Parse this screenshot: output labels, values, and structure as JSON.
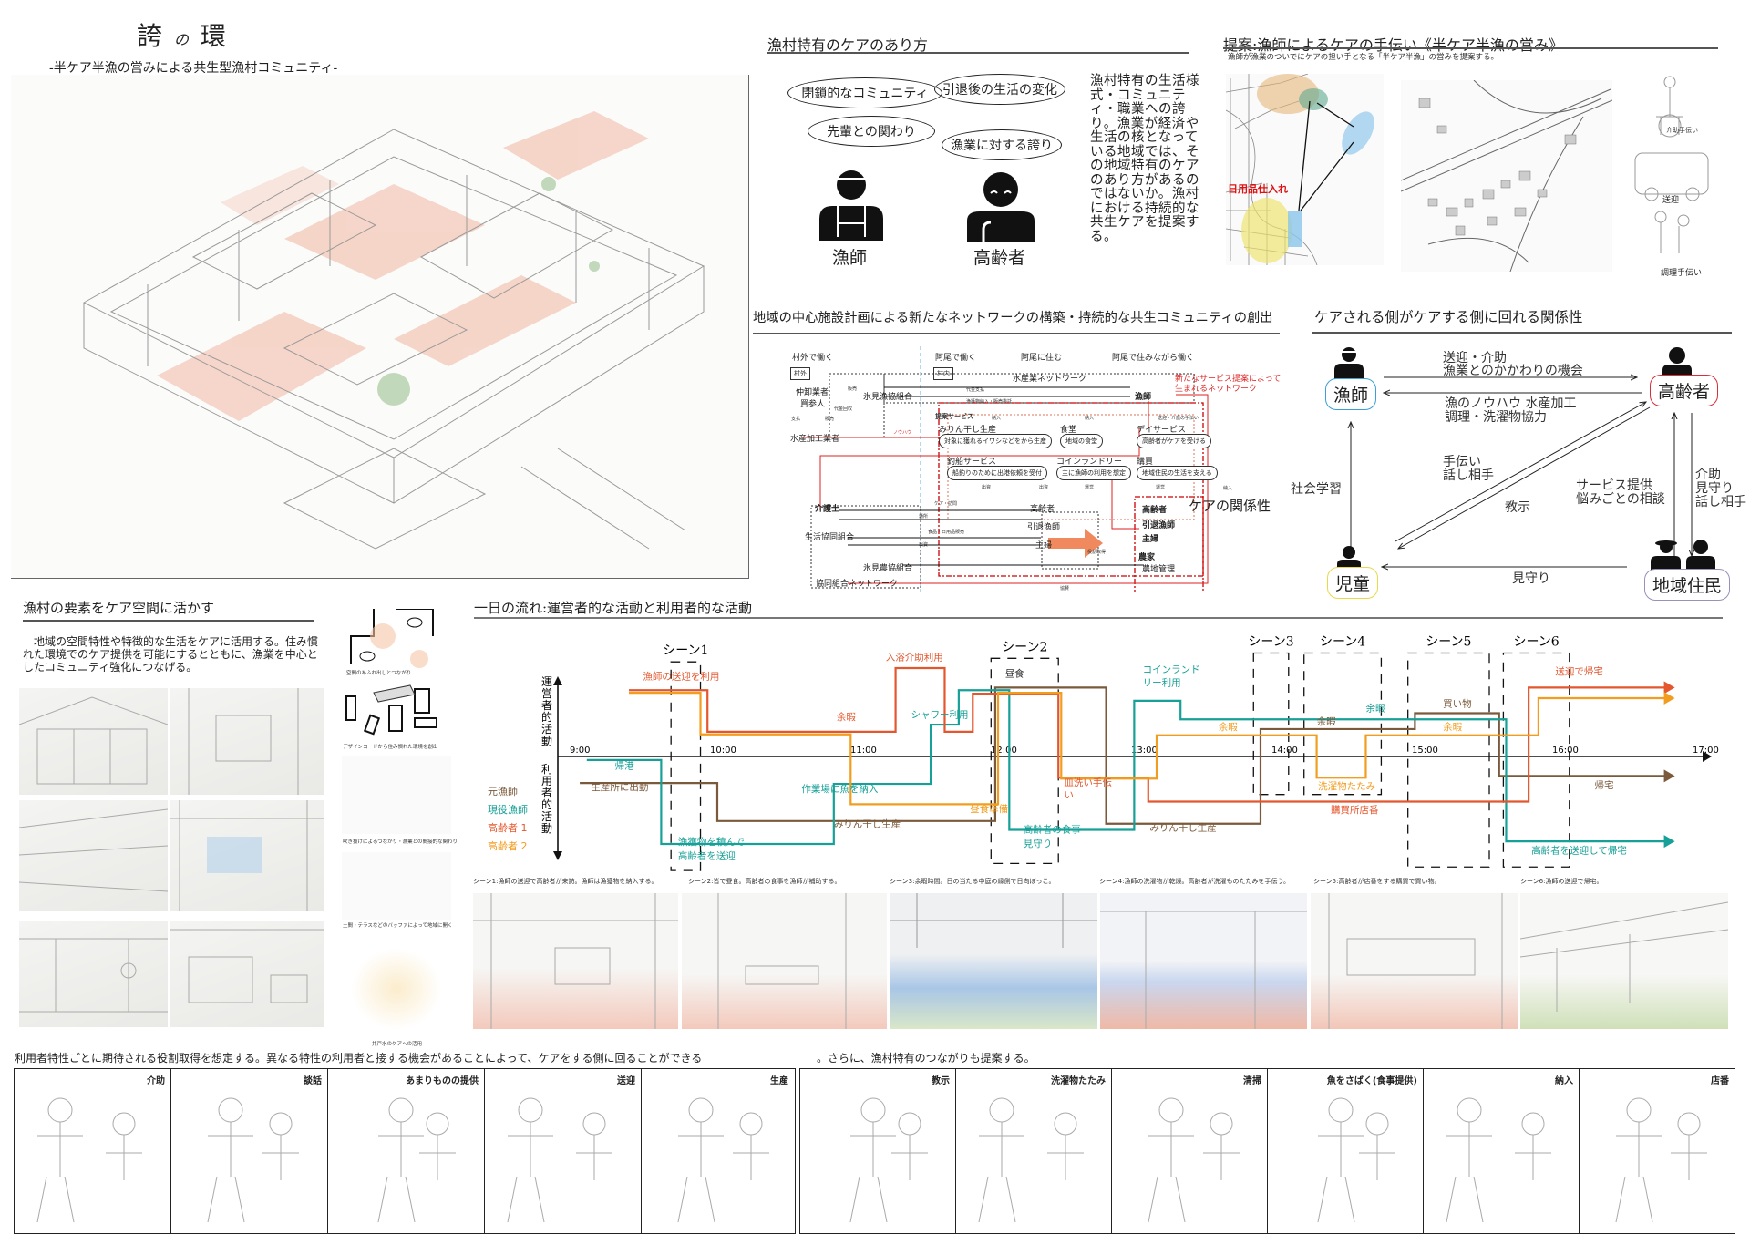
{
  "title": {
    "main_1": "誇",
    "main_no": "の",
    "main_2": "環",
    "subtitle": "-半ケア半漁の営みによる共生型漁村コミュニティ-"
  },
  "care_style": {
    "heading": "漁村特有のケアのあり方",
    "bubbles": [
      "閉鎖的なコミュニティ",
      "引退後の生活の変化",
      "先輩との関わり",
      "漁業に対する誇り"
    ],
    "figures": [
      "漁師",
      "高齢者"
    ],
    "text": "漁村特有の生活様式・コミュニティ・職業への誇り。漁業が経済や生活の核となっている地域では、その地域特有のケアのあり方があるのではないか。漁村における持続的な共生ケアを提案する。"
  },
  "proposal": {
    "heading": "提案:漁師によるケアの手伝い《半ケア半漁の営み》",
    "subtext": "漁師が漁業のついでにケアの担い手となる「半ケア半漁」の営みを提案する。",
    "map_label": "日用品仕入れ",
    "figure_labels": [
      "介助手伝い",
      "送迎",
      "調理手伝い"
    ]
  },
  "network": {
    "heading": "地域の中心施設計画による新たなネットワークの構築・持続的な共生コミュニティの創出",
    "columns": [
      "村外で働く",
      "阿尾で働く",
      "阿尾に住む",
      "阿尾で住みながら働く"
    ],
    "tags": [
      "村外",
      "村内"
    ],
    "fishery_network": "水産業ネットワーク",
    "new_network": [
      "新たなサービス提案によって",
      "生まれるネットワーク"
    ],
    "coop_network": "協同組合ネットワーク",
    "nodes": {
      "wholesaler": "仲卸業者",
      "buyer": "買参人",
      "himi_fishery": "氷見漁協組合",
      "fisherman": "漁師",
      "processor": "水産加工業者",
      "services_title": "提案サービス",
      "caregiver": "介護士",
      "coop": "生活協同組合",
      "himi_agri": "氷見農協組合",
      "elder": "高齢者",
      "retired": "引退漁師",
      "housewife": "主婦",
      "elder_b": "高齢者",
      "retired_b": "引退漁師",
      "housewife_b": "主婦",
      "farmer": "農家",
      "farm": "農地管理",
      "care_relation": "ケアの関係性"
    },
    "services": [
      {
        "name": "みりん干し生産",
        "desc": "対象に獲れるイワシなどをから生産"
      },
      {
        "name": "食堂",
        "desc": "地域の食堂"
      },
      {
        "name": "デイサービス",
        "desc": "高齢者がケアを受ける"
      },
      {
        "name": "釣船サービス",
        "desc": "船釣りのために出港依頼を受付"
      },
      {
        "name": "コインランドリー",
        "desc": "主に漁師の利用を想定"
      },
      {
        "name": "購買",
        "desc": "地域住民の生活を支える"
      }
    ],
    "edge_labels": [
      "代金支払",
      "漁獲物納入・販売委託",
      "販売",
      "代金回収",
      "支払",
      "販売",
      "ノウハウ",
      "納入",
      "納入",
      "送迎・介護の手伝い",
      "通所",
      "ケア・訪問",
      "食品・日用品販売",
      "出資",
      "出資",
      "出資",
      "運営",
      "運営",
      "役割取得",
      "納入",
      "協賛"
    ]
  },
  "relation": {
    "heading": "ケアされる側がケアする側に回れる関係性",
    "actors": [
      "漁師",
      "高齢者",
      "児童",
      "地域住民"
    ],
    "edges": {
      "f_to_e": [
        "送迎・介助",
        "漁業とのかかわりの機会"
      ],
      "e_to_f": [
        "漁のノウハウ 水産加工",
        "調理・洗濯物協力"
      ],
      "c_to_e": [
        "手伝い",
        "話し相手"
      ],
      "e_to_c": "教示",
      "r_to_e": [
        "サービス提供",
        "悩みごとの相談"
      ],
      "e_to_r": [
        "介助",
        "見守り",
        "話し相手"
      ],
      "c_to_f": "社会学習",
      "r_to_c": "見守り"
    },
    "colors": {
      "fisherman": "#3aa0d8",
      "elder": "#d6303a",
      "child": "#e8d84a",
      "resident": "#9a90b8"
    }
  },
  "elements": {
    "heading": "漁村の要素をケア空間に活かす",
    "text": "地域の空間特性や特徴的な生活をケアに活用する。住み慣れた環境でのケア提供を可能にするとともに、漁業を中心としたコミュニティ強化につなげる。",
    "diagram_captions": [
      "空間のあふれ出しとつながり",
      "デザインコードから住み慣れた環境を創出",
      "吹き抜けによるつながり・漁業との間接的な関わり",
      "土間・テラスなどのバッファによって地域に開く",
      "井戸水のケアへの活用"
    ]
  },
  "timeline": {
    "heading": "一日の流れ:運営者的な活動と利用者的な活動",
    "scene_captions": [
      "シーン1:漁師の送迎で高齢者が来訪。漁師は漁獲物を納入する。",
      "シーン2:皆で昼食。高齢者の食事を漁師が補助する。",
      "シーン3:余暇時間。日の当たる中庭の縁側で日向ぼっこ。",
      "シーン4:漁師の洗濯物が乾燥。高齢者が洗濯ものたたみを手伝う。",
      "シーン5:高齢者が店番をする購買で買い物。",
      "シーン6:漁師の送迎で帰宅。"
    ]
  },
  "chart_data": {
    "type": "line",
    "title": "一日の流れ:運営者的な活動と利用者的な活動",
    "ylabel_top": "運営者的活動",
    "ylabel_bottom": "利用者的活動",
    "x_ticks": [
      "9:00",
      "10:00",
      "11:00",
      "12:00",
      "13:00",
      "14:00",
      "15:00",
      "16:00",
      "17:00"
    ],
    "xlim": [
      9,
      17
    ],
    "series": [
      {
        "name": "元漁師",
        "color": "#7b5a3c",
        "arrow": true,
        "points": [
          [
            9.02,
            -30
          ],
          [
            10.0,
            -30
          ],
          [
            10.0,
            -73
          ],
          [
            11.98,
            -73
          ],
          [
            11.98,
            78
          ],
          [
            12.77,
            78
          ],
          [
            12.77,
            -76
          ],
          [
            13.87,
            -76
          ],
          [
            13.87,
            31
          ],
          [
            14.97,
            31
          ],
          [
            14.97,
            49
          ],
          [
            15.57,
            49
          ],
          [
            15.57,
            -22
          ],
          [
            16.77,
            -22
          ]
        ]
      },
      {
        "name": "現役漁師",
        "color": "#17a097",
        "arrow": true,
        "points": [
          [
            9.07,
            -4
          ],
          [
            9.6,
            -4
          ],
          [
            9.6,
            -99
          ],
          [
            10.83,
            -99
          ],
          [
            10.83,
            -31
          ],
          [
            11.52,
            -31
          ],
          [
            11.52,
            36
          ],
          [
            11.72,
            36
          ],
          [
            11.72,
            75
          ],
          [
            12.08,
            75
          ],
          [
            12.08,
            -83
          ],
          [
            12.97,
            -83
          ],
          [
            12.97,
            63
          ],
          [
            13.3,
            63
          ],
          [
            13.3,
            42
          ],
          [
            15.62,
            42
          ],
          [
            15.62,
            -96
          ],
          [
            16.77,
            -96
          ]
        ]
      },
      {
        "name": "高齢者 1",
        "color": "#e4572e",
        "arrow": true,
        "points": [
          [
            9.37,
            75
          ],
          [
            9.93,
            75
          ],
          [
            9.93,
            28
          ],
          [
            11.27,
            28
          ],
          [
            11.27,
            100
          ],
          [
            11.62,
            100
          ],
          [
            11.62,
            28
          ],
          [
            11.82,
            28
          ],
          [
            11.82,
            71
          ],
          [
            12.43,
            71
          ],
          [
            12.43,
            -24
          ],
          [
            13.07,
            -24
          ],
          [
            13.07,
            -51
          ],
          [
            15.78,
            -51
          ],
          [
            15.78,
            78
          ],
          [
            16.77,
            78
          ]
        ]
      },
      {
        "name": "高齢者 2",
        "color": "#f29d1f",
        "arrow": true,
        "points": [
          [
            9.37,
            72
          ],
          [
            9.88,
            72
          ],
          [
            9.88,
            25
          ],
          [
            10.95,
            25
          ],
          [
            10.95,
            -54
          ],
          [
            12.0,
            -54
          ],
          [
            12.0,
            72
          ],
          [
            12.45,
            72
          ],
          [
            12.45,
            -25
          ],
          [
            13.13,
            -25
          ],
          [
            13.13,
            24
          ],
          [
            14.27,
            24
          ],
          [
            14.27,
            -24
          ],
          [
            14.62,
            -24
          ],
          [
            14.62,
            24
          ],
          [
            15.85,
            24
          ],
          [
            15.85,
            66
          ],
          [
            16.77,
            66
          ]
        ]
      }
    ],
    "annotations": [
      {
        "text": "漁師の送迎を利用",
        "x": 9.47,
        "y": 87,
        "color": "#e4572e"
      },
      {
        "text": "入浴介助利用",
        "x": 11.2,
        "y": 109,
        "color": "#e4572e"
      },
      {
        "text": "余暇",
        "x": 10.85,
        "y": 41,
        "color": "#e4572e"
      },
      {
        "text": "シャワー利用",
        "x": 11.38,
        "y": 44,
        "color": "#17a097"
      },
      {
        "text": "昼食",
        "x": 12.05,
        "y": 90,
        "color": "#333333"
      },
      {
        "text": "帰港",
        "x": 9.27,
        "y": -14,
        "color": "#17a097"
      },
      {
        "text": "生産所に出勤",
        "x": 9.1,
        "y": -38,
        "color": "#7b5a3c"
      },
      {
        "text": "作業場に魚を納入",
        "x": 10.6,
        "y": -40,
        "color": "#17a097"
      },
      {
        "text": "昼食準備",
        "x": 11.8,
        "y": -63,
        "color": "#f29d1f"
      },
      {
        "text": "みりん干し生産",
        "x": 10.83,
        "y": -80,
        "color": "#7b5a3c"
      },
      {
        "text": "漁獲物を積んで",
        "x": 9.72,
        "y": -100,
        "color": "#17a097"
      },
      {
        "text": "高齢者を送迎",
        "x": 9.72,
        "y": -116,
        "color": "#17a097"
      },
      {
        "text": "高齢者の食事",
        "x": 12.18,
        "y": -86,
        "color": "#17a097"
      },
      {
        "text": "見守り",
        "x": 12.18,
        "y": -102,
        "color": "#17a097"
      },
      {
        "text": "皿洗い手伝",
        "x": 12.47,
        "y": -33,
        "color": "#e4572e"
      },
      {
        "text": "い",
        "x": 12.47,
        "y": -47,
        "color": "#e4572e"
      },
      {
        "text": "コインランド",
        "x": 13.03,
        "y": 95,
        "color": "#17a097"
      },
      {
        "text": "リー利用",
        "x": 13.03,
        "y": 80,
        "color": "#17a097"
      },
      {
        "text": "余暇",
        "x": 13.57,
        "y": 30,
        "color": "#f29d1f"
      },
      {
        "text": "余暇",
        "x": 14.27,
        "y": 36,
        "color": "#7b5a3c"
      },
      {
        "text": "余暇",
        "x": 14.62,
        "y": 51,
        "color": "#17a097"
      },
      {
        "text": "買い物",
        "x": 15.17,
        "y": 56,
        "color": "#7b5a3c"
      },
      {
        "text": "余暇",
        "x": 15.17,
        "y": 30,
        "color": "#f29d1f"
      },
      {
        "text": "洗濯物たたみ",
        "x": 14.28,
        "y": -37,
        "color": "#f29d1f"
      },
      {
        "text": "みりん干し生産",
        "x": 13.08,
        "y": -84,
        "color": "#7b5a3c"
      },
      {
        "text": "購買所店番",
        "x": 14.37,
        "y": -64,
        "color": "#e4572e"
      },
      {
        "text": "送迎で帰宅",
        "x": 15.97,
        "y": 93,
        "color": "#e4572e"
      },
      {
        "text": "帰宅",
        "x": 16.25,
        "y": -36,
        "color": "#7b5a3c"
      },
      {
        "text": "高齢者を送迎して帰宅",
        "x": 15.8,
        "y": -110,
        "color": "#17a097"
      }
    ],
    "scenes": [
      {
        "label": "シーン1",
        "start": 9.67,
        "end": 9.88,
        "top": 107,
        "bottom": -129
      },
      {
        "label": "シーン2",
        "start": 11.95,
        "end": 12.43,
        "top": 111,
        "bottom": -121
      },
      {
        "label": "シーン3",
        "start": 13.82,
        "end": 14.07,
        "top": 117,
        "bottom": -43
      },
      {
        "label": "シーン4",
        "start": 14.18,
        "end": 14.73,
        "top": 117,
        "bottom": -43
      },
      {
        "label": "シーン5",
        "start": 14.92,
        "end": 15.5,
        "top": 117,
        "bottom": -125
      },
      {
        "label": "シーン6",
        "start": 15.6,
        "end": 16.07,
        "top": 117,
        "bottom": -125
      }
    ],
    "legend": [
      "元漁師",
      "現役漁師",
      "高齢者 1",
      "高齢者 2"
    ],
    "legend_placement": "left"
  },
  "roles": {
    "intro_left": "利用者特性ごとに期待される役割取得を想定する。異なる特性の利用者と接する機会があることによって、ケアをする側に回ることができる",
    "intro_right": "。さらに、漁村特有のつながりも提案する。",
    "left_cells": [
      "介助",
      "談話",
      "あまりものの提供",
      "送迎",
      "生産"
    ],
    "right_cells": [
      "教示",
      "洗濯物たたみ",
      "清掃",
      "魚をさばく(食事提供)",
      "納入",
      "店番"
    ]
  }
}
